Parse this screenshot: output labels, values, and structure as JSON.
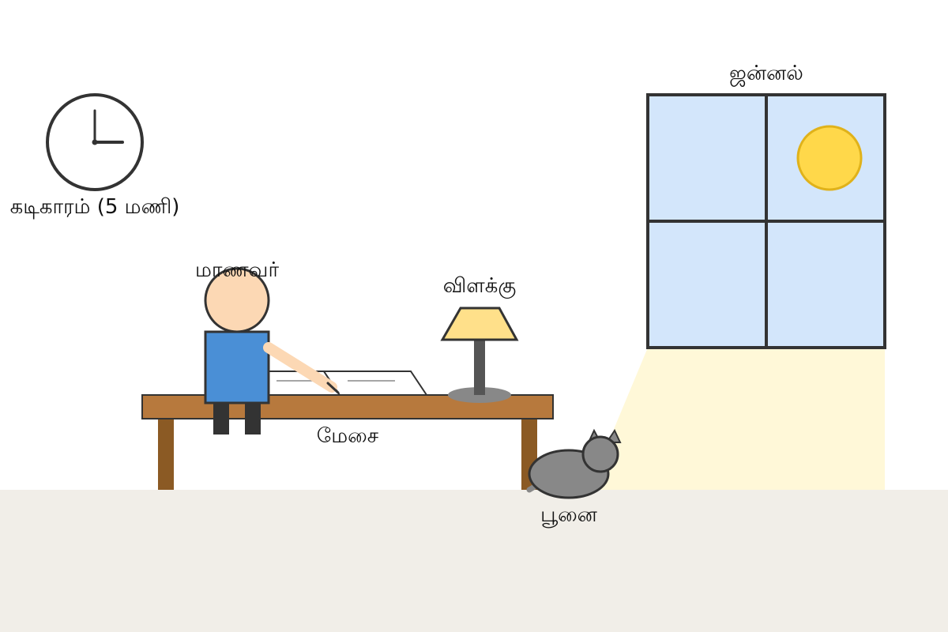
{
  "labels": {
    "window": "ஜன்னல்",
    "clock": "கடிகாரம் (5 மணி)",
    "student": "மாணவர்",
    "lamp": "விளக்கு",
    "table": "மேசை",
    "cat": "பூனை"
  },
  "clock_time": {
    "hour": 5,
    "minute": 0
  },
  "colors": {
    "background": "#ffffff",
    "floor": "#f1eee8",
    "sunlight": "#fff8d8",
    "window_glass": "#d3e6fb",
    "window_frame": "#333333",
    "sun": "#ffd84a",
    "sun_stroke": "#e0b21a",
    "table_top": "#b7793d",
    "table_leg": "#8b5a24",
    "student_shirt": "#4a8fd6",
    "student_skin": "#fcd8b4",
    "student_legs": "#333333",
    "lamp_shade": "#ffe08a",
    "lamp_pole": "#555555",
    "lamp_base": "#888888",
    "cat_body": "#888888",
    "outline": "#333333"
  },
  "icons": {
    "clock": "clock-icon",
    "sun": "sun-icon"
  }
}
